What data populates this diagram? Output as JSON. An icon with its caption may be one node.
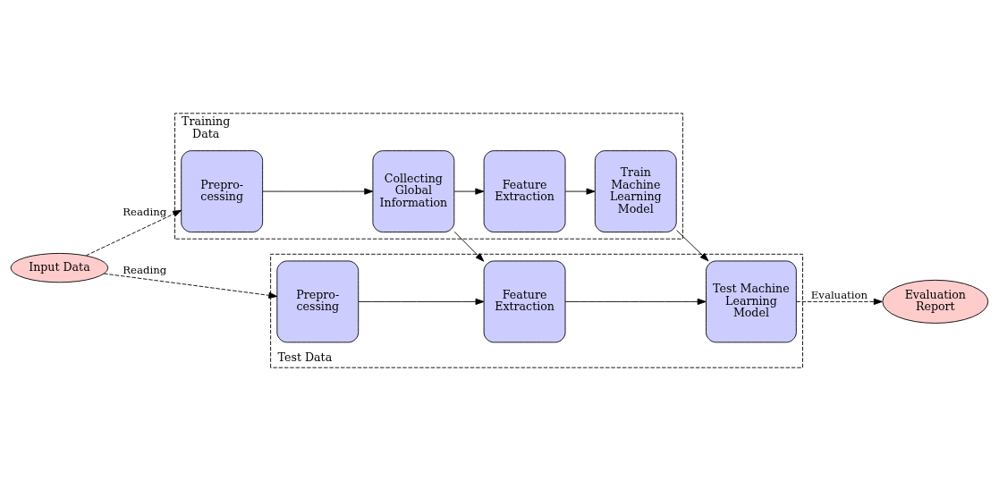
{
  "diagram": {
    "nodes": [
      {
        "text": [
          "Input Data"
        ]
      },
      {
        "text": [
          "Training Data"
        ]
      },
      {
        "text": [
          "Prepro- cessing"
        ],
        "in": 1
      },
      {
        "text": [
          "Collecting Global Information"
        ],
        "in": 1
      },
      {
        "text": [
          "Feature Extraction"
        ],
        "in": 1
      },
      {
        "text": [
          "Train Machine Learning Model"
        ],
        "in": 1
      },
      {
        "text": [
          "Test Data"
        ]
      },
      {
        "text": [
          "Prepro- cessing"
        ],
        "in": 6
      },
      {
        "text": [
          "Feature Extraction"
        ],
        "in": 6
      },
      {
        "text": [
          "Test Machine Learning Model"
        ],
        "in": 6
      },
      {
        "text": [
          "Evaluation Report"
        ]
      }
    ],
    "edges": [
      {
        "from": 0,
        "to": 2,
        "arrow": "to",
        "label": "Reading",
        "style": "dashed"
      },
      {
        "from": 0,
        "to": 7,
        "arrow": "to",
        "label": "Reading",
        "style": "dashed"
      },
      {
        "from": 2,
        "to": 3,
        "arrow": "to"
      },
      {
        "from": 3,
        "to": 4,
        "arrow": "to"
      },
      {
        "from": 4,
        "to": 5,
        "arrow": "to"
      },
      {
        "from": 3,
        "to": 8,
        "arrow": "to"
      },
      {
        "from": 5,
        "to": 9,
        "arrow": "to"
      },
      {
        "from": 7,
        "to": 8,
        "arrow": "to"
      },
      {
        "from": 8,
        "to": 9,
        "arrow": "to"
      },
      {
        "from": 9,
        "to": 10,
        "arrow": "to",
        "label": "Evaluation",
        "style": "dashed"
      }
    ]
  }
}
